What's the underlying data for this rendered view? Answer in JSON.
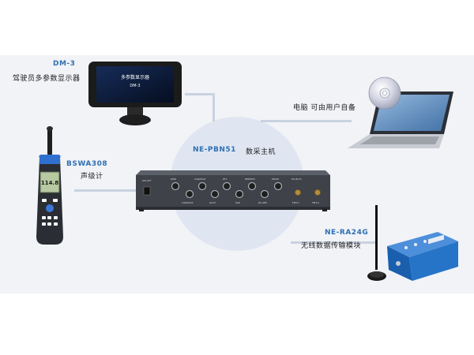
{
  "devices": {
    "display": {
      "code": "DM-3",
      "desc": "驾驶员多参数显示器",
      "screen_text": "多参数显示器",
      "screen_sub": "DM-3"
    },
    "computer": {
      "desc": "电脑 可由用户自备"
    },
    "host": {
      "code": "NE-PBN51",
      "desc": "数采主机",
      "panel_labels": [
        "ON OFF",
        "PWR",
        "CAN/ISO1",
        "PT1",
        "REMOTE",
        "PW1B",
        "RS-IN-F1",
        "CAN/ISO2",
        "SC1P",
        "SAP",
        "RS-485",
        "FMT-1",
        "FMT-2"
      ]
    },
    "meter": {
      "code": "BSWA308",
      "desc": "声级计",
      "reading": "114.8"
    },
    "wireless": {
      "code": "NE-RA24G",
      "desc": "无线数据传输模块"
    }
  },
  "colors": {
    "code": "#2f6fb2",
    "band": "#f1f3f7",
    "circle": "#dfe6f1",
    "link": "#c9d2e0",
    "module": "#1f6fc0"
  }
}
